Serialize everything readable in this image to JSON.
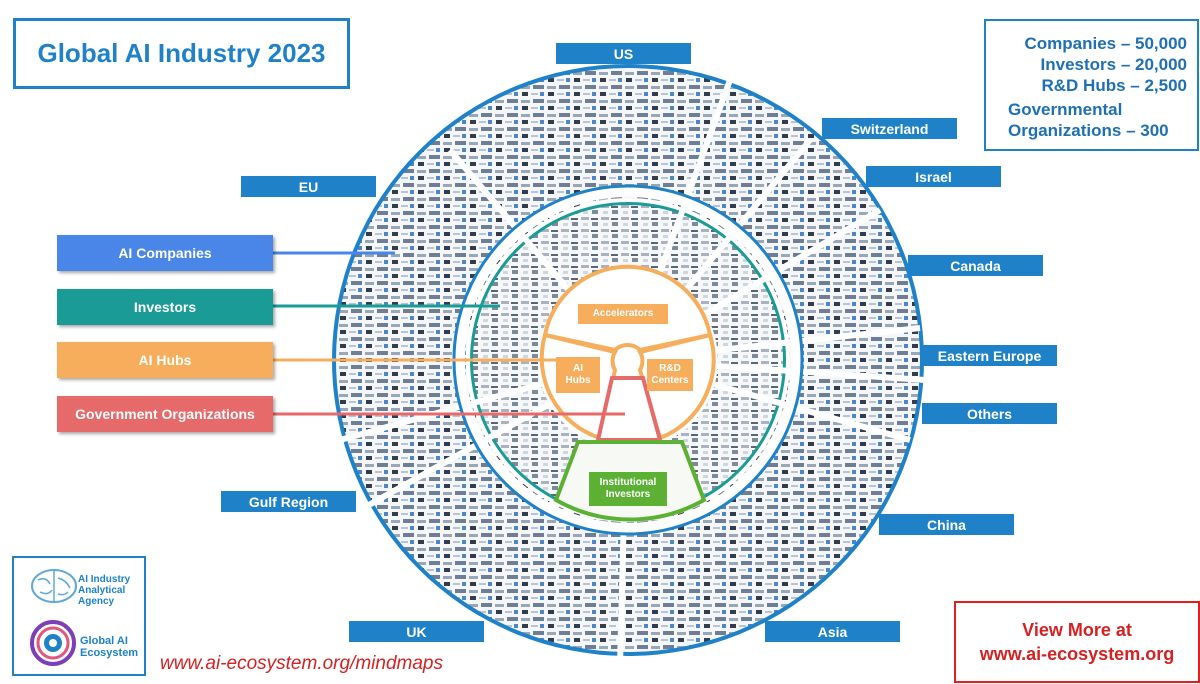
{
  "title": "Global AI Industry 2023",
  "stats": {
    "companies": "Companies – 50,000",
    "investors": "Investors – 20,000",
    "rd_hubs": "R&D Hubs  – 2,500",
    "gov_line1": "Governmental",
    "gov_line2": "Organizations – 300"
  },
  "regions": {
    "us": "US",
    "switzerland": "Switzerland",
    "israel": "Israel",
    "eu": "EU",
    "canada": "Canada",
    "eastern_europe": "Eastern Europe",
    "others": "Others",
    "gulf_region": "Gulf Region",
    "china": "China",
    "uk": "UK",
    "asia": "Asia"
  },
  "legend": {
    "ai_companies": "AI Companies",
    "investors": "Investors",
    "ai_hubs": "AI Hubs",
    "government": "Government Organizations"
  },
  "inner": {
    "accelerators": "Accelerators",
    "ai_hubs_line1": "AI",
    "ai_hubs_line2": "Hubs",
    "rd_line1": "R&D",
    "rd_line2": "Centers",
    "institutional_line1": "Institutional",
    "institutional_line2": "Investors"
  },
  "logos": {
    "agency_line1": "AI Industry",
    "agency_line2": "Analytical",
    "agency_line3": "Agency",
    "eco_line1": "Global AI",
    "eco_line2": "Ecosystem"
  },
  "url": "www.ai-ecosystem.org/mindmaps",
  "view_more": {
    "line1": "View More at",
    "line2": "www.ai-ecosystem.org"
  },
  "colors": {
    "brand_blue": "#1f82c8",
    "ai_companies": "#4a86e8",
    "investors": "#1a9b96",
    "ai_hubs": "#f6ae5c",
    "government": "#e76a6a",
    "institutional": "#5cb135",
    "link_red": "#d42222"
  }
}
